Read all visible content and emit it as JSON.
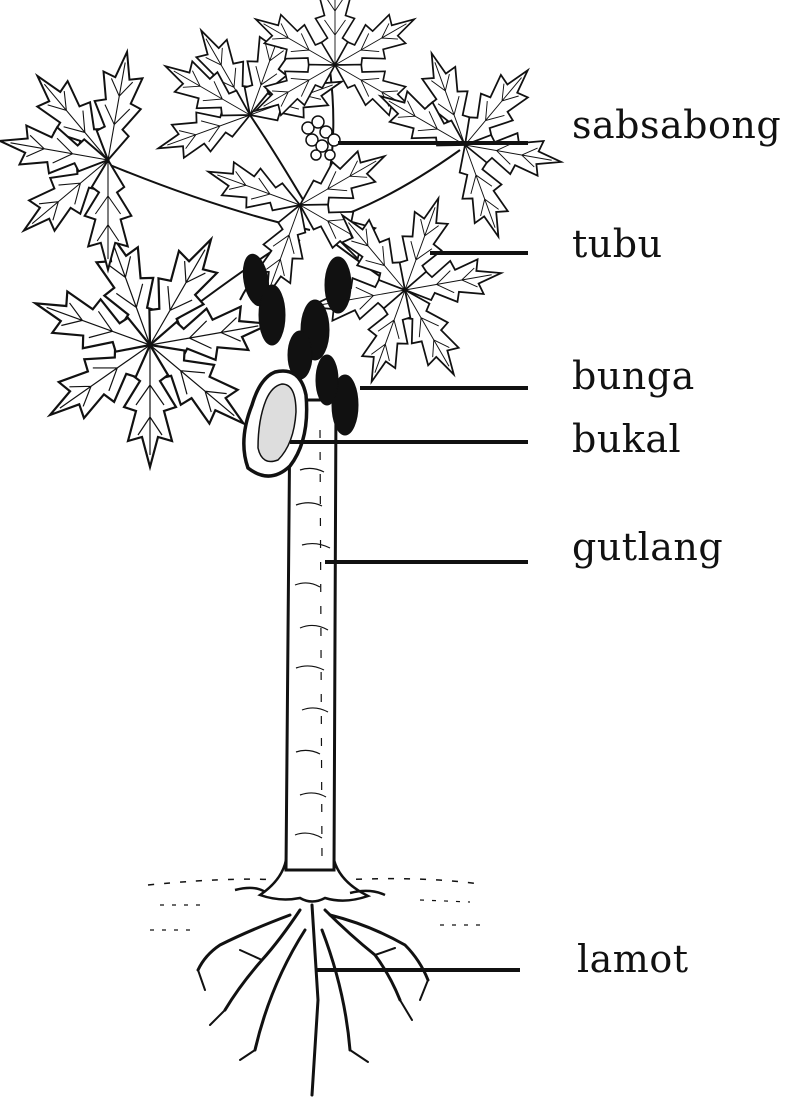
{
  "labels": {
    "sabsabong": "sabsabong",
    "tubu": "tubu",
    "bunga": "bunga",
    "bukal": "bukal",
    "gutlang": "gutlang",
    "lamot": "lamot"
  },
  "colors": {
    "ink": "#111111",
    "paper": "#ffffff"
  }
}
